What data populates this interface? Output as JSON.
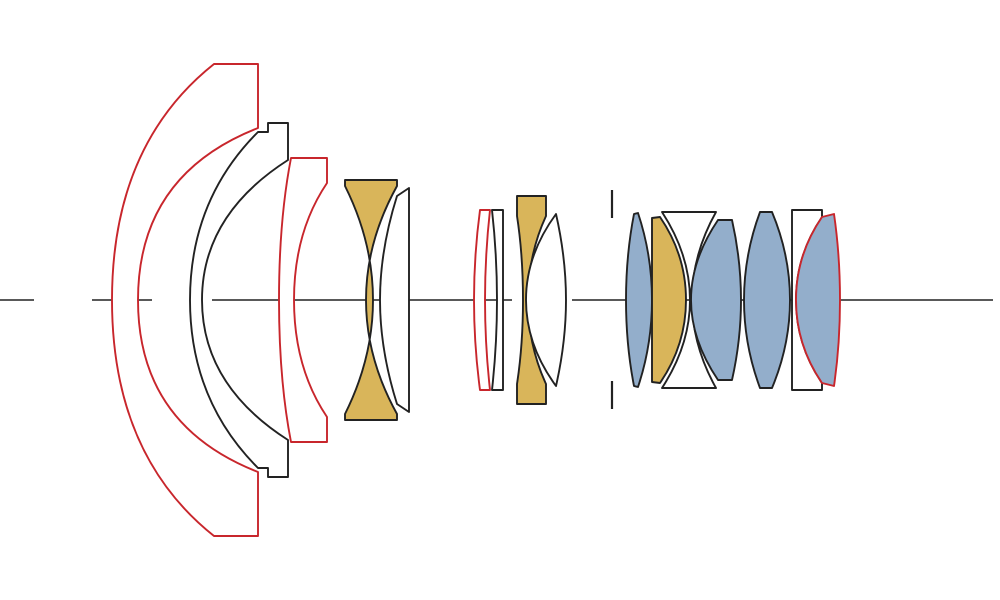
{
  "colors": {
    "background": "#ffffff",
    "outline_black": "#222222",
    "outline_red": "#c8262c",
    "fill_gold": "#d9b55a",
    "fill_blue": "#93aecb",
    "fill_white": "#ffffff"
  },
  "elements": [
    {
      "group": 1,
      "element": 1,
      "fill": "fill_white",
      "outline": "outline_red"
    },
    {
      "group": 1,
      "element": 2,
      "fill": "fill_white",
      "outline": "outline_black"
    },
    {
      "group": 1,
      "element": 3,
      "fill": "fill_white",
      "outline": "outline_red"
    },
    {
      "group": 1,
      "element": 4,
      "fill": "fill_gold",
      "outline": "outline_black"
    },
    {
      "group": 1,
      "element": 5,
      "fill": "fill_white",
      "outline": "outline_black"
    },
    {
      "group": 2,
      "element": 6,
      "fill": "fill_white",
      "outline": "outline_red"
    },
    {
      "group": 2,
      "element": 7,
      "fill": "fill_white",
      "outline": "outline_black"
    },
    {
      "group": 2,
      "element": 8,
      "fill": "fill_gold",
      "outline": "outline_black"
    },
    {
      "group": 2,
      "element": 9,
      "fill": "fill_white",
      "outline": "outline_black"
    },
    {
      "group": 3,
      "element": 10,
      "fill": "fill_blue",
      "outline": "outline_black"
    },
    {
      "group": 3,
      "element": 11,
      "fill": "fill_gold",
      "outline": "outline_black"
    },
    {
      "group": 3,
      "element": 12,
      "fill": "fill_white",
      "outline": "outline_black"
    },
    {
      "group": 3,
      "element": 13,
      "fill": "fill_blue",
      "outline": "outline_black"
    },
    {
      "group": 3,
      "element": 14,
      "fill": "fill_blue",
      "outline": "outline_black"
    },
    {
      "group": 3,
      "element": 15,
      "fill": "fill_white",
      "outline": "outline_black"
    },
    {
      "group": 3,
      "element": 16,
      "fill": "fill_blue",
      "outline": "outline_red"
    }
  ]
}
